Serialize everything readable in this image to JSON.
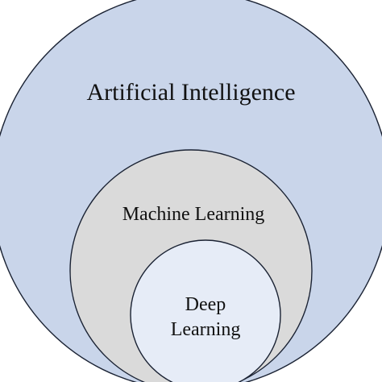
{
  "diagram": {
    "outer": {
      "label": "Artificial Intelligence",
      "fill": "#c9d5ea",
      "stroke": "#1a2233"
    },
    "middle": {
      "label": "Machine Learning",
      "fill": "#dadada",
      "stroke": "#1a2233"
    },
    "inner": {
      "line1": "Deep",
      "line2": "Learning",
      "fill": "#e6ecf7",
      "stroke": "#1a2233"
    }
  }
}
